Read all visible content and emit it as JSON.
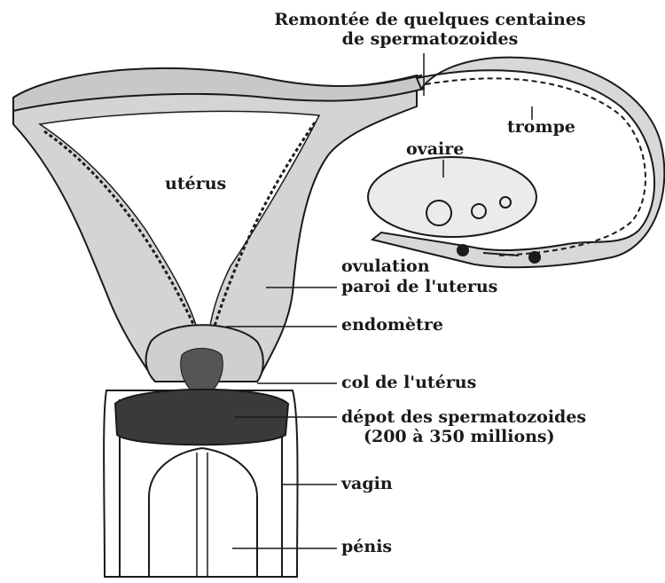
{
  "labels": {
    "title_line1": "Remontée de quelques centaines",
    "title_line2": "de spermatozoides",
    "trompe": "trompe",
    "ovaire": "ovaire",
    "uterus": "utérus",
    "ovulation": "ovulation",
    "paroi": "paroi de l'uterus",
    "endometre": "endomètre",
    "col": "col de l'utérus",
    "depot_line1": "dépot des spermatozoides",
    "depot_line2": "(200 à 350 millions)",
    "vagin": "vagin",
    "penis": "pénis"
  },
  "colors": {
    "ink": "#1a1a1a",
    "tissue": "#d4d4d4",
    "wall": "#bdbdbd"
  }
}
